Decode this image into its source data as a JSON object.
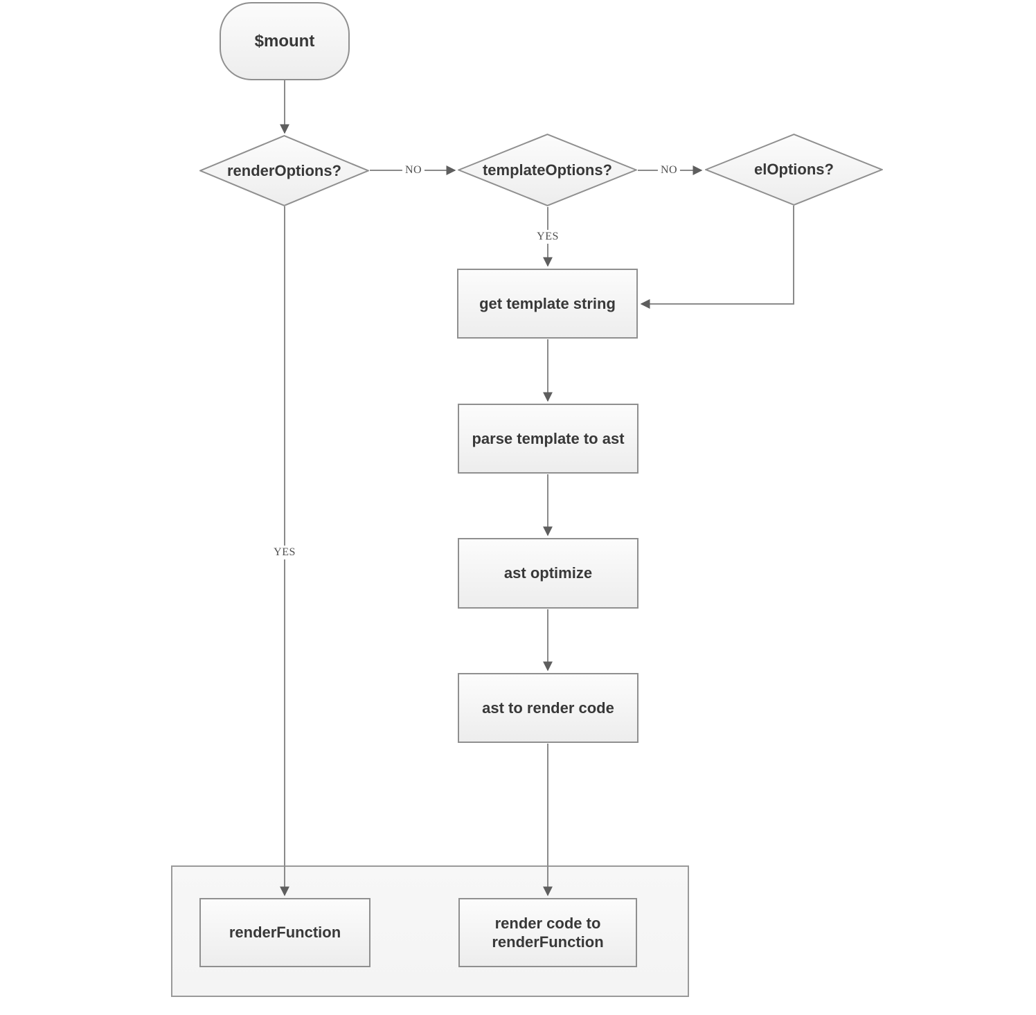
{
  "diagram": {
    "type": "flowchart",
    "nodes": {
      "start": {
        "label": "$mount",
        "shape": "rounded"
      },
      "render_options": {
        "label": "renderOptions?",
        "shape": "diamond"
      },
      "template_options": {
        "label": "templateOptions?",
        "shape": "diamond"
      },
      "el_options": {
        "label": "elOptions?",
        "shape": "diamond"
      },
      "get_template": {
        "label": "get template string",
        "shape": "rect"
      },
      "parse_template": {
        "label": "parse template to ast",
        "shape": "rect"
      },
      "ast_optimize": {
        "label": "ast optimize",
        "shape": "rect"
      },
      "ast_to_render": {
        "label": "ast to render code",
        "shape": "rect"
      },
      "render_function": {
        "label": "renderFunction",
        "shape": "rect"
      },
      "render_code": {
        "label": "render code to renderFunction",
        "shape": "rect"
      }
    },
    "edge_labels": {
      "render_options_no": "NO",
      "template_options_no": "NO",
      "template_options_yes": "YES",
      "render_options_yes": "YES"
    },
    "edges": [
      "start -> render_options",
      "render_options -NO-> template_options",
      "template_options -NO-> el_options",
      "template_options -YES-> get_template",
      "el_options -> get_template",
      "get_template -> parse_template",
      "parse_template -> ast_optimize",
      "ast_optimize -> ast_to_render",
      "ast_to_render -> render_code",
      "render_options -YES-> render_function"
    ]
  },
  "colors": {
    "line_color": "#8a8a8a",
    "border_color": "#8f8f8f",
    "arrow_color": "#5e5e5e",
    "text_color": "#383838",
    "label_color": "#4f4f4f",
    "fill_top": "#fcfcfc",
    "fill_bottom": "#ededed",
    "container_fill": "#f4f4f4",
    "canvas_bg": "#ffffff"
  }
}
